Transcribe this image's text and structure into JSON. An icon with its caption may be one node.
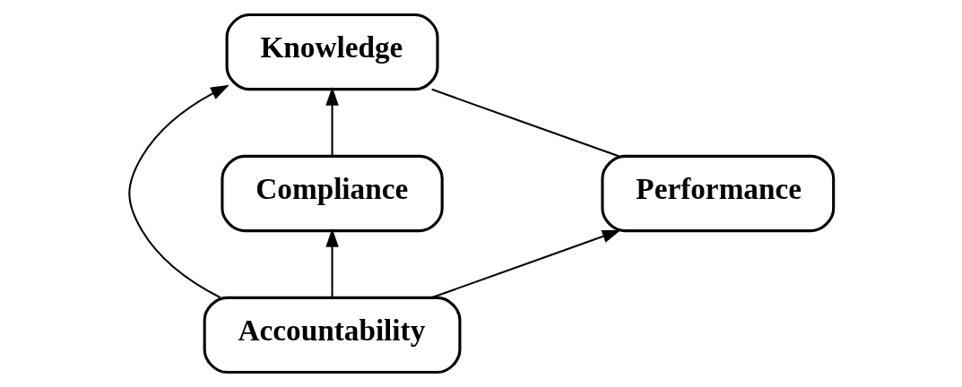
{
  "diagram": {
    "nodes": [
      {
        "text": [
          "Knowledge"
        ]
      },
      {
        "text": [
          "Compliance"
        ]
      },
      {
        "text": [
          "Performance"
        ]
      },
      {
        "text": [
          "Accountability"
        ]
      }
    ],
    "edges": [
      {
        "from": 1,
        "to": 0,
        "arrow": "to"
      },
      {
        "from": 3,
        "to": 0,
        "arrow": "to"
      },
      {
        "from": 0,
        "to": 2,
        "arrow": "none"
      },
      {
        "from": 3,
        "to": 1,
        "arrow": "to"
      },
      {
        "from": 3,
        "to": 2,
        "arrow": "to"
      }
    ]
  }
}
